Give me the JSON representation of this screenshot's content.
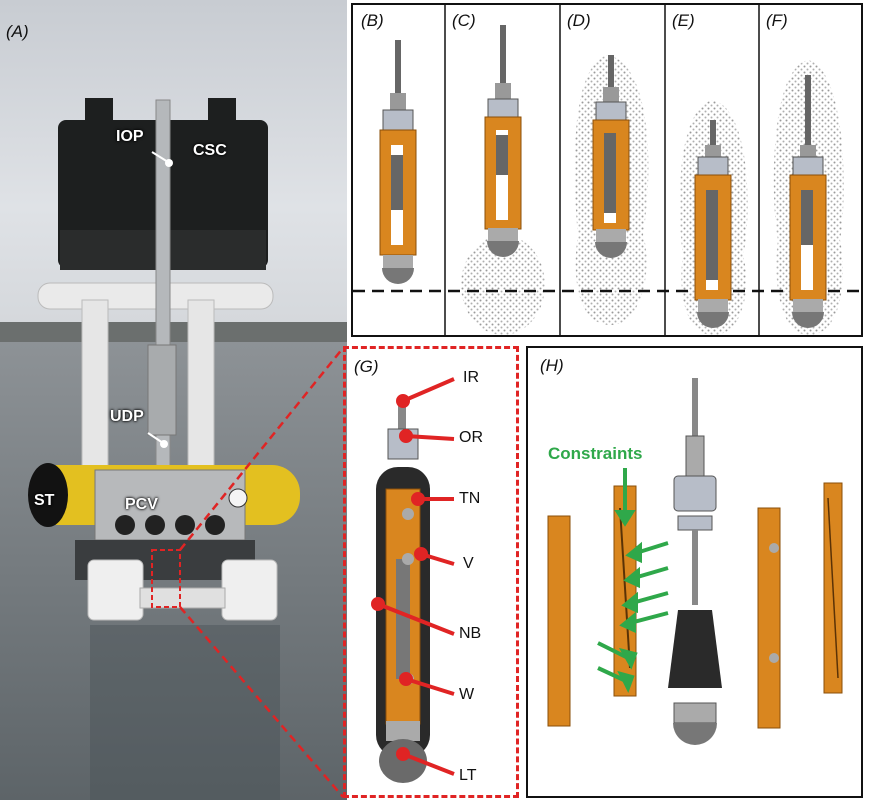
{
  "panels": {
    "A": {
      "label": "(A)"
    },
    "B": {
      "label": "(B)"
    },
    "C": {
      "label": "(C)"
    },
    "D": {
      "label": "(D)"
    },
    "E": {
      "label": "(E)"
    },
    "F": {
      "label": "(F)"
    },
    "G": {
      "label": "(G)"
    },
    "H": {
      "label": "(H)"
    }
  },
  "photo_labels": [
    "IOP",
    "CSC",
    "UDP",
    "ST",
    "PCV"
  ],
  "part_labels": [
    "IR",
    "OR",
    "TN",
    "V",
    "NB",
    "W",
    "LT"
  ],
  "constraints_label": "Constraints",
  "colors": {
    "orange": "#d9861f",
    "red": "#e02424",
    "green": "#2fa84a",
    "steel": "#9aa5b5",
    "black_body": "#2a2a2a"
  }
}
